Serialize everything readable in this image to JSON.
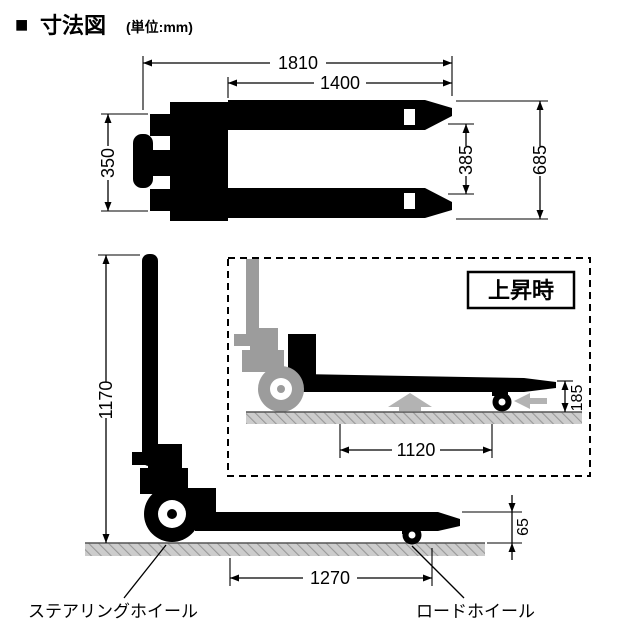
{
  "title": {
    "bullet": "■",
    "heading": "寸法図",
    "unit": "(単位:mm)"
  },
  "top_view": {
    "overall_length": "1810",
    "fork_length": "1400",
    "steering_unit_width": "350",
    "fork_inner_width": "385",
    "overall_width": "685"
  },
  "side_view": {
    "handle_height": "1170",
    "fork_ground_length": "1270",
    "lowered_height": "65",
    "steering_wheel_label": "ステアリングホイール",
    "load_wheel_label": "ロードホイール"
  },
  "raised_view": {
    "caption": "上昇時",
    "lift_span": "1120",
    "raised_height": "185"
  },
  "colors": {
    "ink": "#000000",
    "gray": "#9c9c9c",
    "light_gray": "#b3b3b3",
    "ground": "#cccccc"
  }
}
